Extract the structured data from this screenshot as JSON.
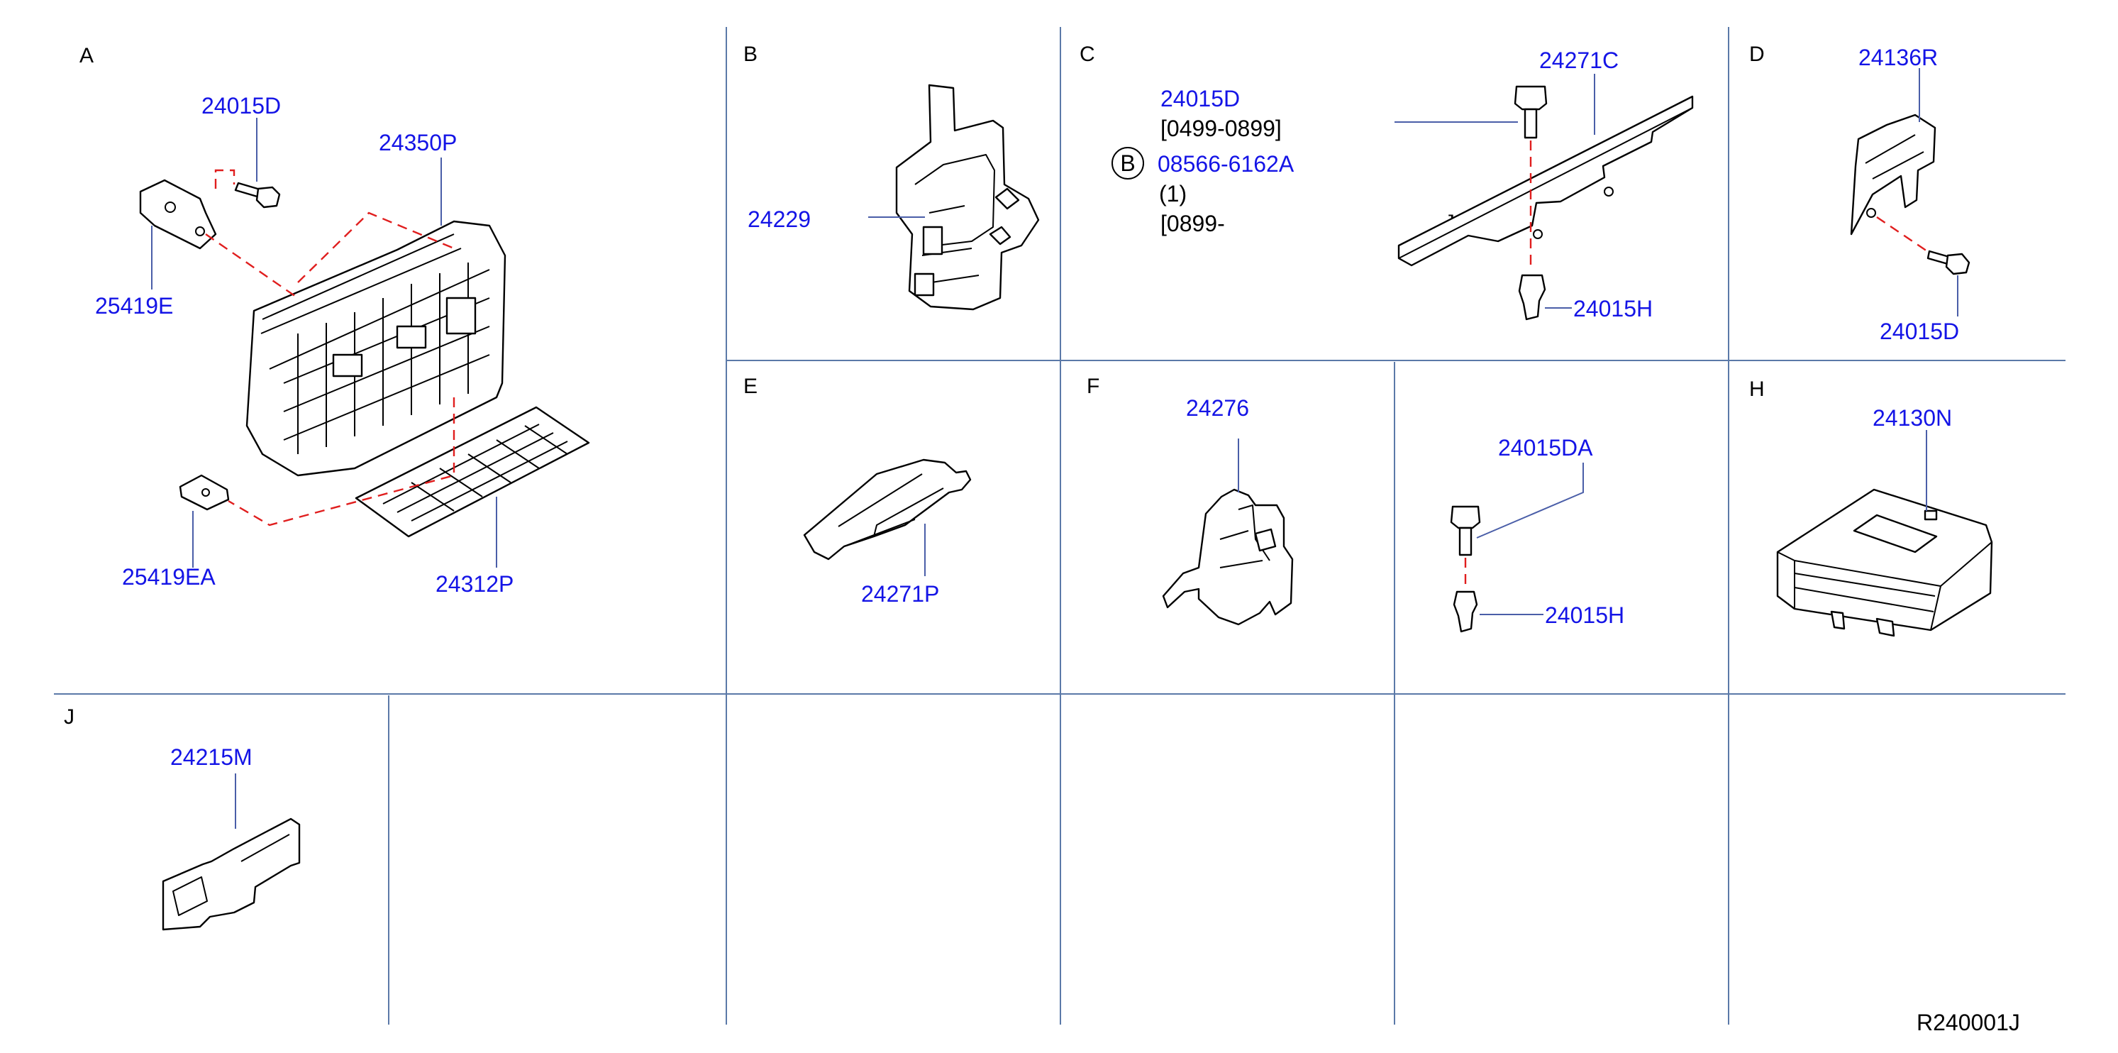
{
  "sections": {
    "A": "A",
    "B": "B",
    "C": "C",
    "D": "D",
    "E": "E",
    "F": "F",
    "H": "H",
    "J": "J"
  },
  "parts": {
    "a_24015D": "24015D",
    "a_24350P": "24350P",
    "a_25419E": "25419E",
    "a_25419EA": "25419EA",
    "a_24312P": "24312P",
    "b_24229": "24229",
    "c_24015D": "24015D",
    "c_08566": "08566-6162A",
    "c_24271C": "24271C",
    "c_24015H": "24015H",
    "d_24136R": "24136R",
    "d_24015D": "24015D",
    "e_24271P": "24271P",
    "f_24276": "24276",
    "g_24015DA": "24015DA",
    "g_24015H": "24015H",
    "h_24130N": "24130N",
    "j_24215M": "24215M"
  },
  "notes": {
    "c_range1": "[0499-0899]",
    "c_circle": "B",
    "c_qty": "(1)",
    "c_range2": "[0899-",
    "c_bracket": "]"
  },
  "footer": {
    "code": "R240001J"
  },
  "colors": {
    "part_number": "#1414e6",
    "grid": "#5b79a8",
    "dashed_line": "#e01e1e"
  }
}
